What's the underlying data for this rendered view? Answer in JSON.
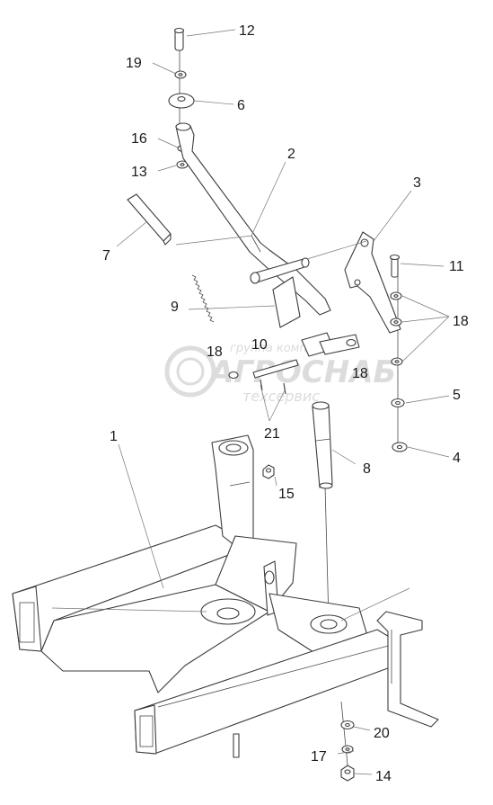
{
  "watermark": {
    "line1": "группа компаний",
    "line2": "АГРОСНАБ",
    "line3": "техсервис",
    "color": "#d9d9d9"
  },
  "callouts": [
    {
      "id": "c12",
      "text": "12"
    },
    {
      "id": "c19",
      "text": "19"
    },
    {
      "id": "c6",
      "text": "6"
    },
    {
      "id": "c16",
      "text": "16"
    },
    {
      "id": "c2",
      "text": "2"
    },
    {
      "id": "c13",
      "text": "13"
    },
    {
      "id": "c3",
      "text": "3"
    },
    {
      "id": "c7",
      "text": "7"
    },
    {
      "id": "c11",
      "text": "11"
    },
    {
      "id": "c9",
      "text": "9"
    },
    {
      "id": "c18a",
      "text": "18"
    },
    {
      "id": "c10",
      "text": "10"
    },
    {
      "id": "c18b",
      "text": "18"
    },
    {
      "id": "c18c",
      "text": "18"
    },
    {
      "id": "c5",
      "text": "5"
    },
    {
      "id": "c21",
      "text": "21"
    },
    {
      "id": "c1",
      "text": "1"
    },
    {
      "id": "c8",
      "text": "8"
    },
    {
      "id": "c4",
      "text": "4"
    },
    {
      "id": "c15",
      "text": "15"
    },
    {
      "id": "c20",
      "text": "20"
    },
    {
      "id": "c17",
      "text": "17"
    },
    {
      "id": "c14",
      "text": "14"
    }
  ]
}
